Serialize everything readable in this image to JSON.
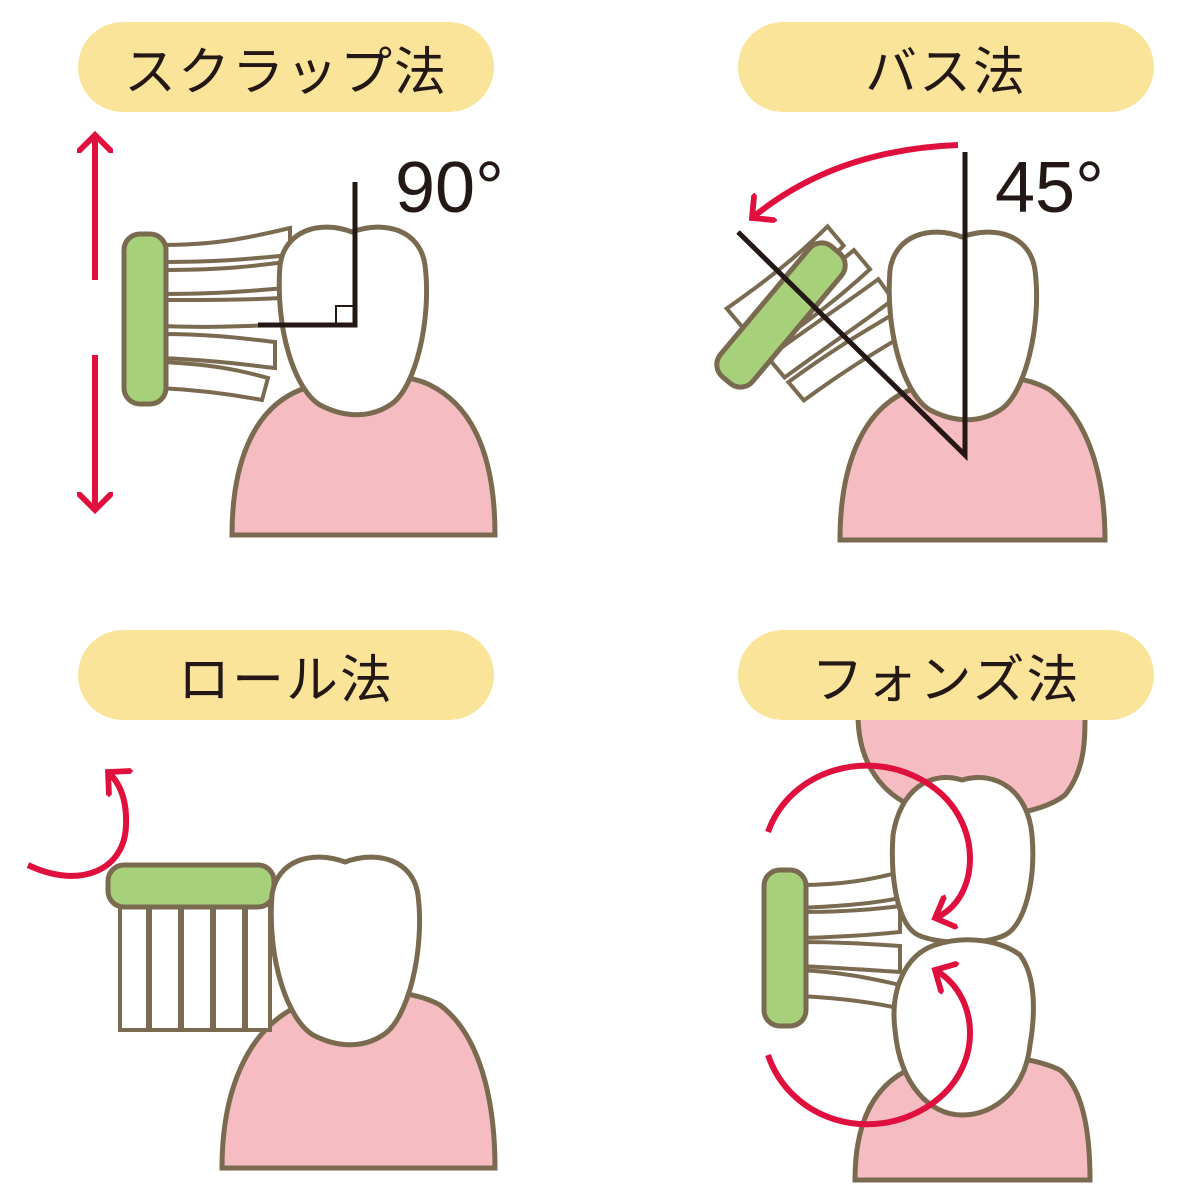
{
  "panels": {
    "scrub": {
      "title": "スクラップ法",
      "angle_label": "90°"
    },
    "bass": {
      "title": "バス法",
      "angle_label": "45°"
    },
    "roll": {
      "title": "ロール法"
    },
    "fones": {
      "title": "フォンズ法"
    }
  },
  "colors": {
    "pill": "#fae49a",
    "gum": "#f5bcc2",
    "outline": "#7a6a50",
    "brush_head": "#a7d07a",
    "arrow": "#e0103e",
    "line": "#231815"
  },
  "icons": [
    "toothbrush-icon",
    "tooth-icon",
    "gum-icon",
    "arrow-icon"
  ]
}
